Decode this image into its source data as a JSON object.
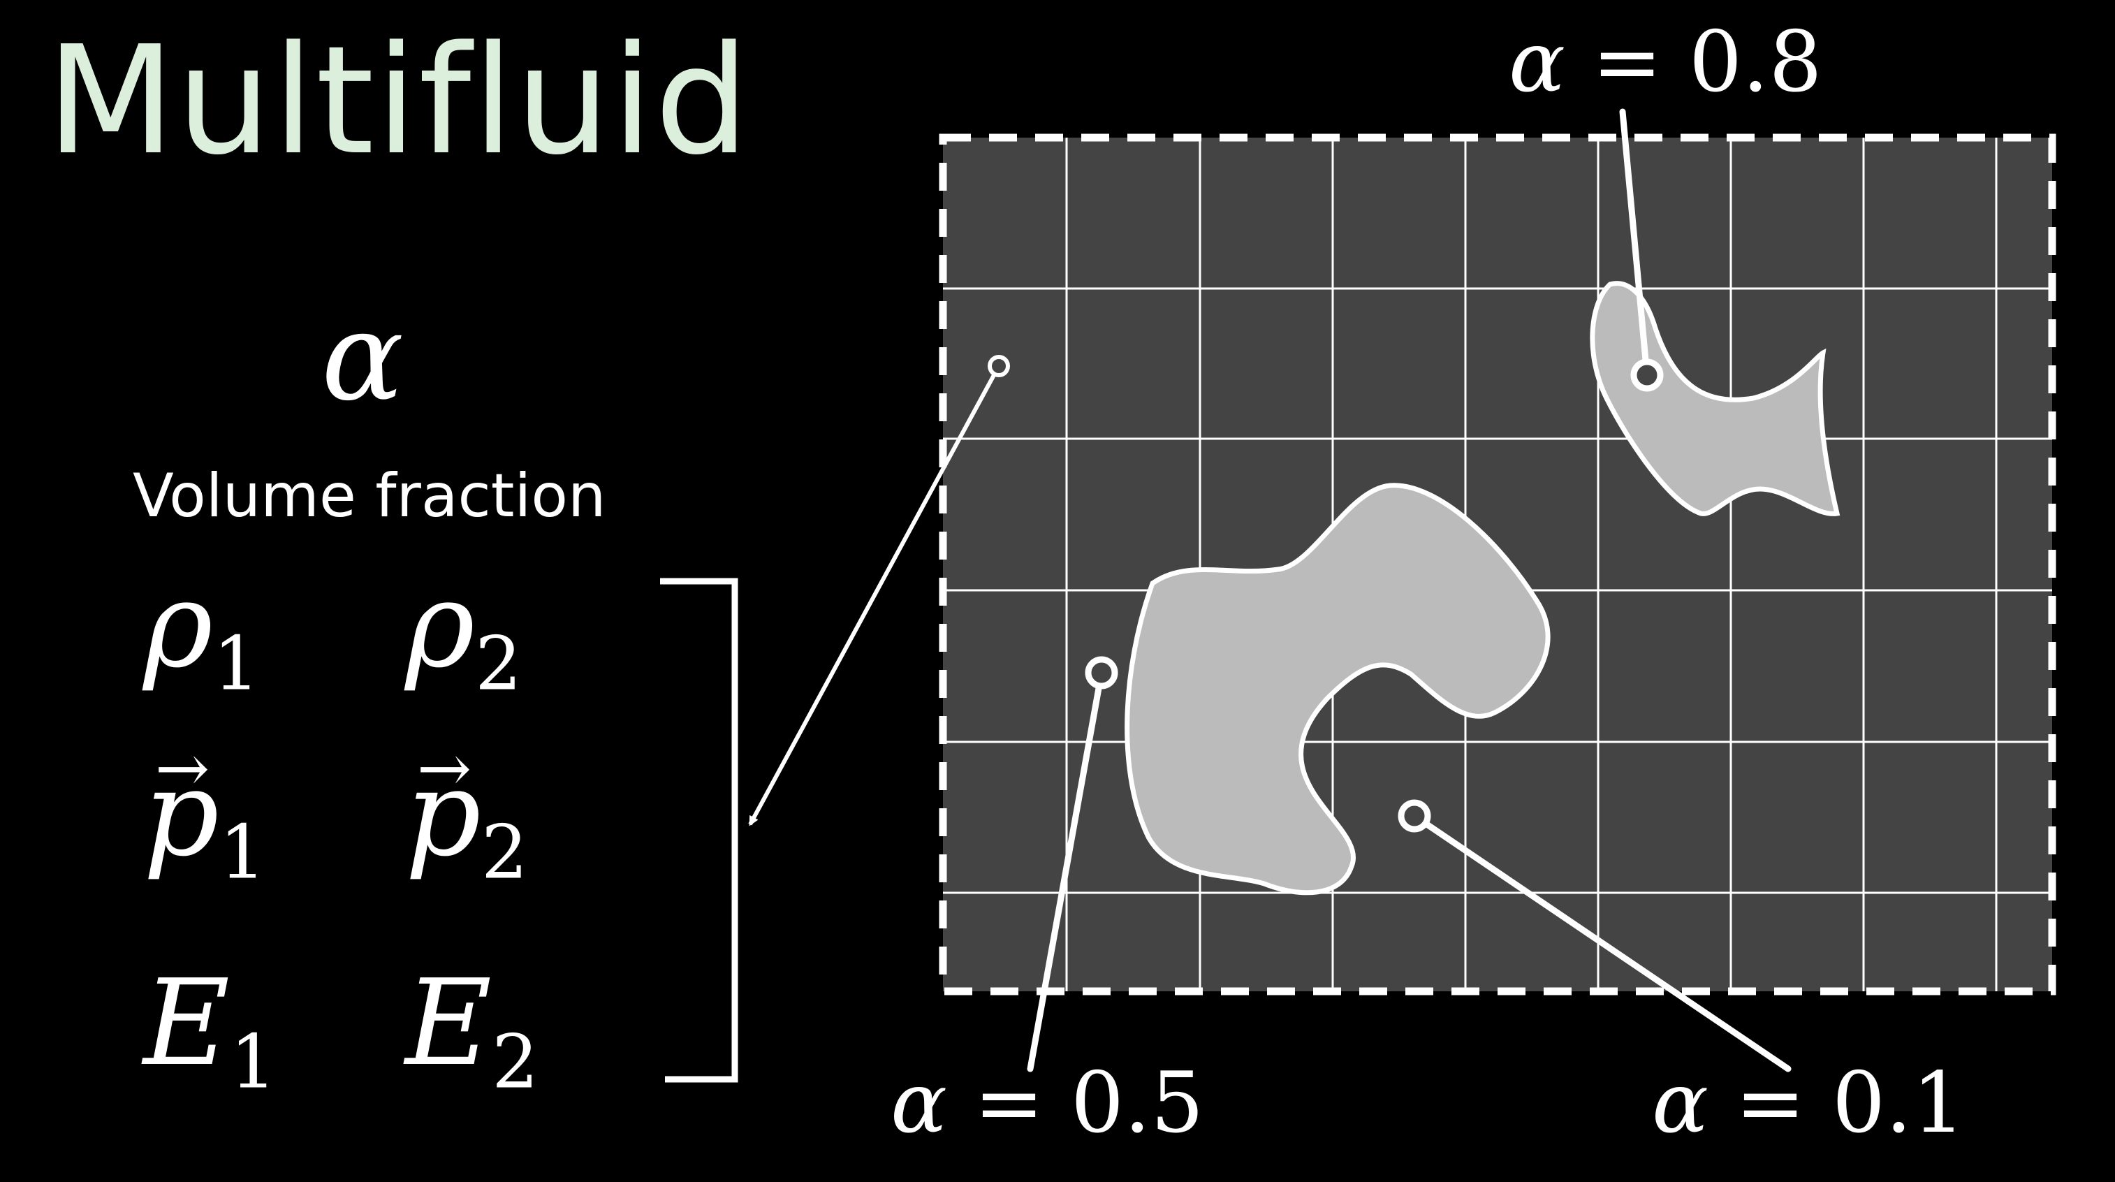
{
  "title": "Multifluid",
  "volume_fraction": {
    "symbol": "α",
    "label": "Volume fraction"
  },
  "variables": [
    {
      "base": "ρ",
      "sub": "1",
      "vector": false
    },
    {
      "base": "ρ",
      "sub": "2",
      "vector": false
    },
    {
      "base": "p",
      "sub": "1",
      "vector": true
    },
    {
      "base": "p",
      "sub": "2",
      "vector": true
    },
    {
      "base": "E",
      "sub": "1",
      "vector": false
    },
    {
      "base": "E",
      "sub": "2",
      "vector": false
    }
  ],
  "vector_arrow": "→",
  "annotations": [
    {
      "symbol": "α",
      "eq": "=",
      "value": "0.8"
    },
    {
      "symbol": "α",
      "eq": "=",
      "value": "0.5"
    },
    {
      "symbol": "α",
      "eq": "=",
      "value": "0.1"
    }
  ],
  "colors": {
    "background": "#000000",
    "title": "#dcefdc",
    "domain_fill": "#444444",
    "blob_fill": "#bbbbbb",
    "line": "#ffffff"
  }
}
